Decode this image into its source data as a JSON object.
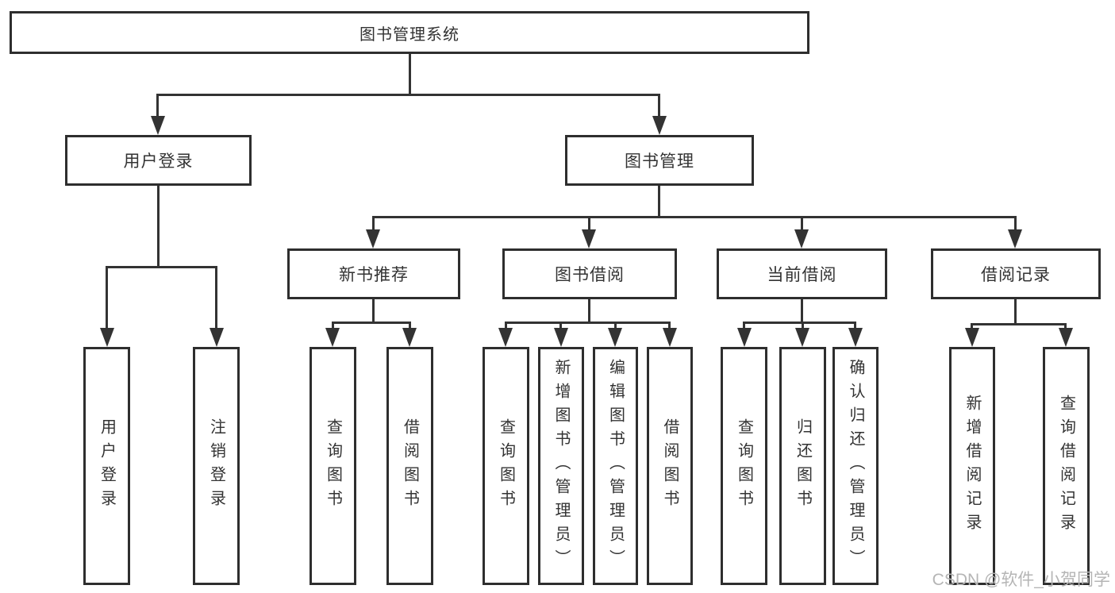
{
  "diagram": {
    "root": {
      "label": "图书管理系统"
    },
    "branches": [
      {
        "label": "用户登录",
        "children": [
          "用户登录",
          "注销登录"
        ]
      },
      {
        "label": "图书管理",
        "children": [
          {
            "label": "新书推荐",
            "children": [
              "查询图书",
              "借阅图书"
            ]
          },
          {
            "label": "图书借阅",
            "children": [
              "查询图书",
              "新增图书（管理员）",
              "编辑图书（管理员）",
              "借阅图书"
            ]
          },
          {
            "label": "当前借阅",
            "children": [
              "查询图书",
              "归还图书",
              "确认归还（管理员）"
            ]
          },
          {
            "label": "借阅记录",
            "children": [
              "新增借阅记录",
              "查询借阅记录"
            ]
          }
        ]
      }
    ]
  },
  "watermark": {
    "text": "CSDN @软件_小贺同学"
  },
  "colors": {
    "line": "#333333",
    "border": "#2e2e2e",
    "text": "#333333",
    "watermark": "#b5b5b5",
    "background": "#ffffff"
  }
}
